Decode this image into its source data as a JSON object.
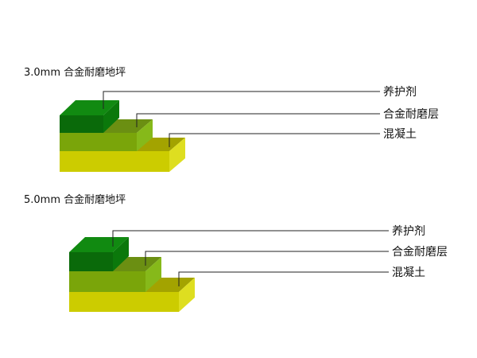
{
  "diagrams": [
    {
      "title": "3.0mm 合金耐磨地坪",
      "layers": [
        {
          "label": "养护剂",
          "colors": {
            "front": "#0a6a0a",
            "top": "#118a11",
            "side": "#0b780b"
          }
        },
        {
          "label": "合金耐磨层",
          "colors": {
            "front": "#7aa50a",
            "top": "#6b8f12",
            "side": "#86b91a"
          }
        },
        {
          "label": "混凝土",
          "colors": {
            "front": "#cccc00",
            "top": "#a3a300",
            "side": "#dede20"
          }
        }
      ]
    },
    {
      "title": "5.0mm 合金耐磨地坪",
      "layers": [
        {
          "label": "养护剂",
          "colors": {
            "front": "#0a6a0a",
            "top": "#118a11",
            "side": "#0b780b"
          }
        },
        {
          "label": "合金耐磨层",
          "colors": {
            "front": "#7aa50a",
            "top": "#6b8f12",
            "side": "#86b91a"
          }
        },
        {
          "label": "混凝土",
          "colors": {
            "front": "#cccc00",
            "top": "#a3a300",
            "side": "#dede20"
          }
        }
      ]
    }
  ],
  "leader_color": "#222222"
}
